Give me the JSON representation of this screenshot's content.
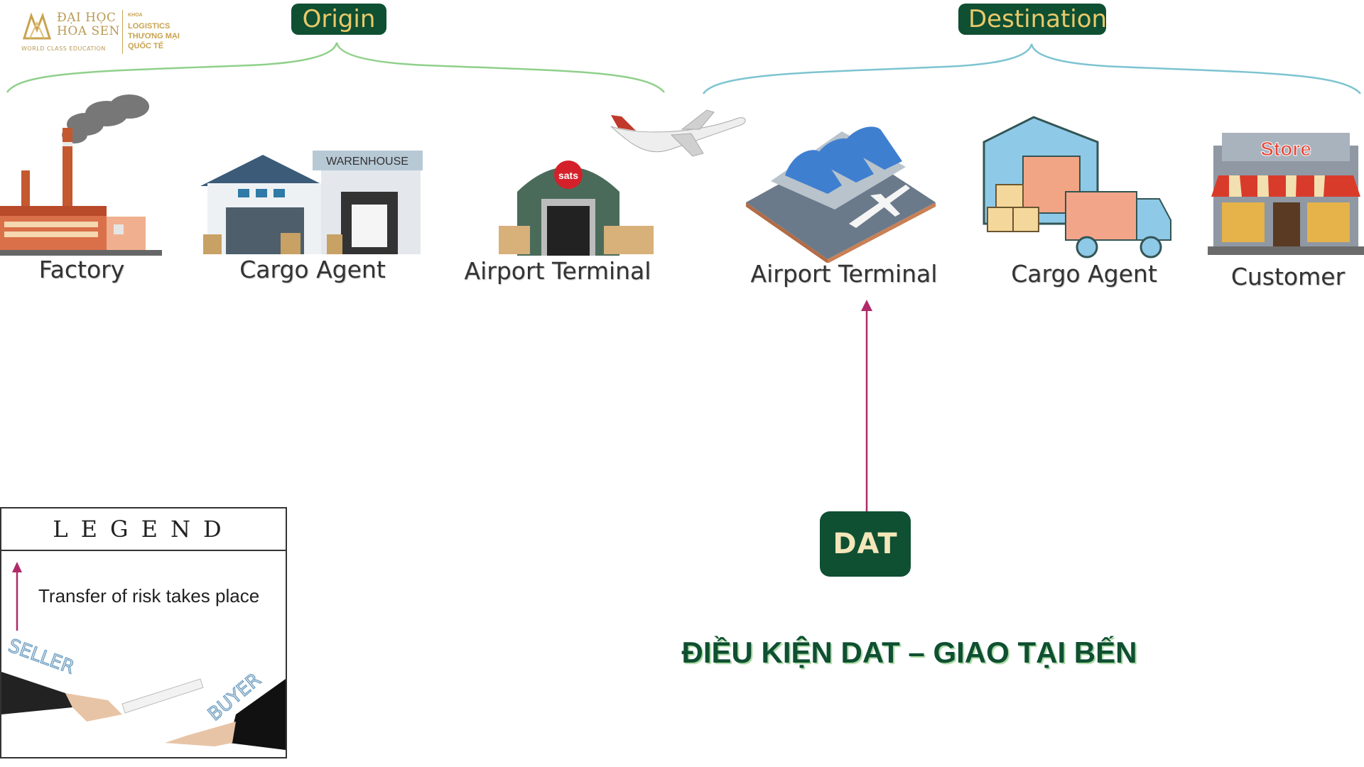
{
  "logo": {
    "name_line1": "ĐẠI HỌC",
    "name_line2": "HOA SEN",
    "tagline": "WORLD CLASS EDUCATION",
    "faculty_small": "KHOA",
    "faculty_line1": "LOGISTICS",
    "faculty_line2": "THƯƠNG MẠI",
    "faculty_line3": "QUỐC TẾ"
  },
  "groups": {
    "origin": "Origin",
    "destination": "Destination"
  },
  "stages": {
    "factory": "Factory",
    "cargo_agent_origin": "Cargo Agent",
    "warehouse_sign": "WARENHOUSE",
    "terminal_origin": "Airport Terminal",
    "sats_sign": "sats",
    "terminal_destination": "Airport Terminal",
    "cargo_agent_destination": "Cargo Agent",
    "customer": "Customer",
    "store_sign": "Store"
  },
  "term": {
    "code": "DAT",
    "title": "ĐIỀU KIỆN DAT – GIAO TẠI BẾN"
  },
  "legend": {
    "title": "LEGEND",
    "arrow_desc": "Transfer of risk takes place",
    "seller": "SELLER",
    "buyer": "BUYER"
  },
  "colors": {
    "dark_green": "#0f4f32",
    "gold": "#e9c96a",
    "origin_brace": "#8fd08a",
    "destination_brace": "#7cc4d0",
    "risk_arrow": "#b02a6a"
  }
}
